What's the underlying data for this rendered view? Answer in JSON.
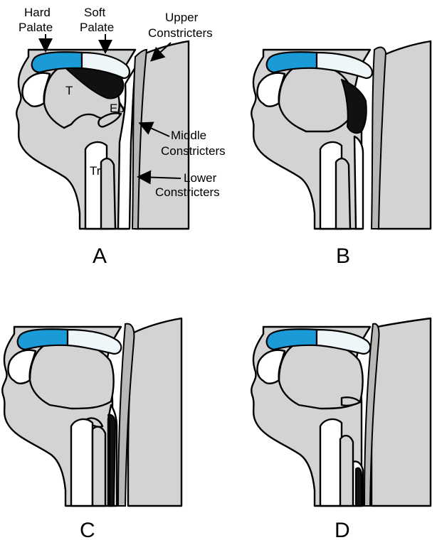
{
  "labels": {
    "hard_palate_1": "Hard",
    "hard_palate_2": "Palate",
    "soft_palate_1": "Soft",
    "soft_palate_2": "Palate",
    "upper_1": "Upper",
    "upper_2": "Constricters",
    "middle_1": "Middle",
    "middle_2": "Constricters",
    "lower_1": "Lower",
    "lower_2": "Constricters",
    "tongue": "T",
    "epiglottis": "Ep",
    "trachea": "Tr"
  },
  "panels": [
    {
      "id": "A",
      "label": "A"
    },
    {
      "id": "B",
      "label": "B"
    },
    {
      "id": "C",
      "label": "C"
    },
    {
      "id": "D",
      "label": "D"
    }
  ],
  "colors": {
    "hard_palate": "#1b9ad8",
    "soft_palate": "#eef6fa",
    "tissue": "#d3d3d3",
    "airway_dark": "#111111"
  }
}
